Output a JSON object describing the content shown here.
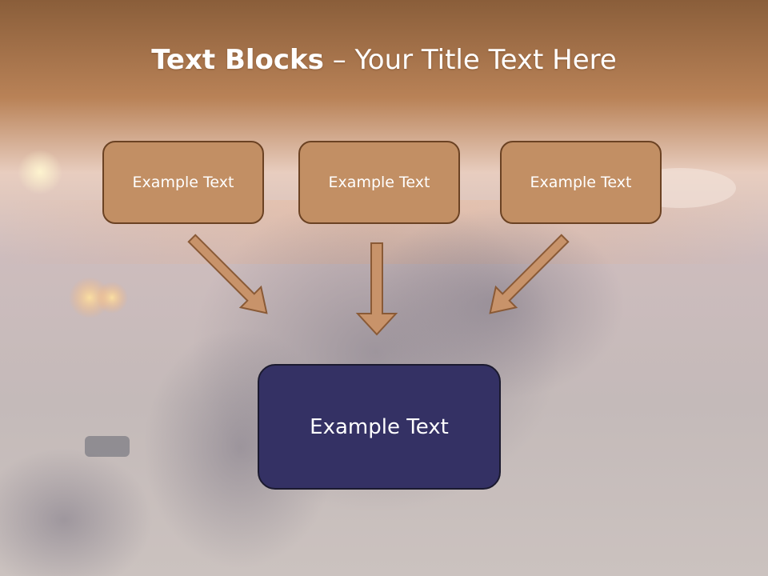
{
  "title": {
    "bold": "Text Blocks",
    "dash": "–",
    "regular": "Your Title Text Here"
  },
  "blocks": [
    {
      "label": "Example Text"
    },
    {
      "label": "Example Text"
    },
    {
      "label": "Example Text"
    }
  ],
  "main_block": {
    "label": "Example Text"
  },
  "colors": {
    "block_fill": "#c28f64",
    "block_border": "#6b4223",
    "main_fill": "#343164",
    "arrow_fill": "#c8936a"
  },
  "icons": [
    "arrow-down-right-icon",
    "arrow-down-icon",
    "arrow-down-left-icon"
  ]
}
